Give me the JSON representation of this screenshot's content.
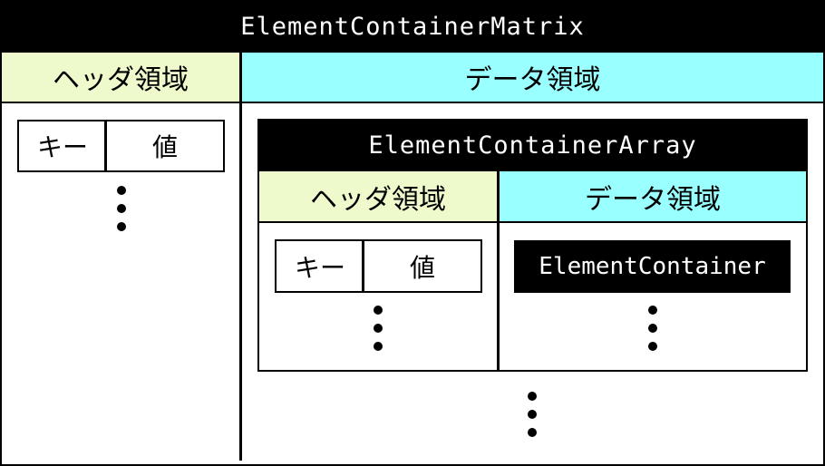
{
  "matrix": {
    "title": "ElementContainerMatrix",
    "header_area_label": "ヘッダ領域",
    "data_area_label": "データ領域",
    "kv": {
      "key_label": "キー",
      "value_label": "値"
    }
  },
  "array": {
    "title": "ElementContainerArray",
    "header_area_label": "ヘッダ領域",
    "data_area_label": "データ領域",
    "kv": {
      "key_label": "キー",
      "value_label": "値"
    },
    "element_label": "ElementContainer"
  },
  "colors": {
    "header_area_bg": "#EEFACC",
    "data_area_bg": "#99FFFF",
    "title_bg": "#000000"
  }
}
